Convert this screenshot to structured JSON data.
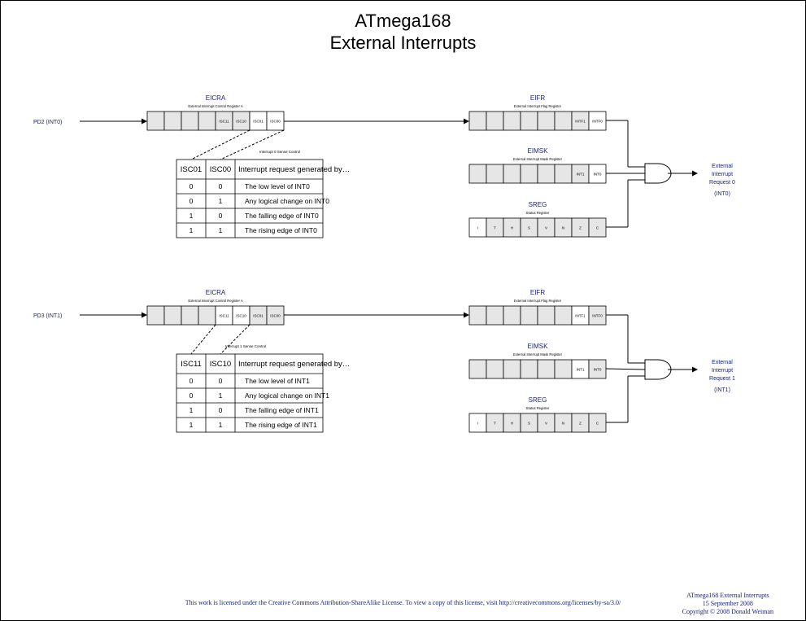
{
  "title": {
    "line1": "ATmega168",
    "line2": "External Interrupts"
  },
  "sections": [
    {
      "pin_label": "PD2",
      "pin_interrupt": "(INT0)",
      "eicra": {
        "name": "EICRA",
        "subtitle": "External Interrupt Control Register A",
        "bits": [
          "",
          "",
          "",
          "",
          "ISC11",
          "ISC10",
          "ISC01",
          "ISC00"
        ],
        "highlight": [
          6,
          7
        ]
      },
      "sense_label": "Interrupt 0 Sense Control",
      "table": {
        "headers": [
          "ISC01",
          "ISC00",
          "Interrupt request generated by…"
        ],
        "rows": [
          [
            "0",
            "0",
            "The low level of INT0"
          ],
          [
            "0",
            "1",
            "Any logical change on INT0"
          ],
          [
            "1",
            "0",
            "The falling edge of INT0"
          ],
          [
            "1",
            "1",
            "The rising edge of INT0"
          ]
        ]
      },
      "eifr": {
        "name": "EIFR",
        "subtitle": "External Interrupt Flag Register",
        "bits": [
          "",
          "",
          "",
          "",
          "",
          "",
          "INTF1",
          "INTF0"
        ],
        "highlight": [
          7
        ]
      },
      "eimsk": {
        "name": "EIMSK",
        "subtitle": "External Interrupt Mask Register",
        "bits": [
          "",
          "",
          "",
          "",
          "",
          "",
          "INT1",
          "INT0"
        ],
        "highlight": [
          7
        ]
      },
      "sreg": {
        "name": "SREG",
        "subtitle": "Status Register",
        "bits": [
          "I",
          "T",
          "H",
          "S",
          "V",
          "N",
          "Z",
          "C"
        ],
        "highlight": [
          0
        ]
      },
      "output": {
        "line1": "External",
        "line2": "Interrupt",
        "line3": "Request 0",
        "line4": "(INT0)"
      }
    },
    {
      "pin_label": "PD3",
      "pin_interrupt": "(INT1)",
      "eicra": {
        "name": "EICRA",
        "subtitle": "External Interrupt Control Register A",
        "bits": [
          "",
          "",
          "",
          "",
          "ISC11",
          "ISC10",
          "ISC01",
          "ISC00"
        ],
        "highlight": [
          4,
          5
        ]
      },
      "sense_label": "Interrupt 1 Sense Control",
      "table": {
        "headers": [
          "ISC11",
          "ISC10",
          "Interrupt request generated by…"
        ],
        "rows": [
          [
            "0",
            "0",
            "The low level of INT1"
          ],
          [
            "0",
            "1",
            "Any logical change on INT1"
          ],
          [
            "1",
            "0",
            "The falling edge of INT1"
          ],
          [
            "1",
            "1",
            "The rising edge of INT1"
          ]
        ]
      },
      "eifr": {
        "name": "EIFR",
        "subtitle": "External Interrupt Flag Register",
        "bits": [
          "",
          "",
          "",
          "",
          "",
          "",
          "INTF1",
          "INTF0"
        ],
        "highlight": [
          6
        ]
      },
      "eimsk": {
        "name": "EIMSK",
        "subtitle": "External Interrupt Mask Register",
        "bits": [
          "",
          "",
          "",
          "",
          "",
          "",
          "INT1",
          "INT0"
        ],
        "highlight": [
          6
        ]
      },
      "sreg": {
        "name": "SREG",
        "subtitle": "Status Register",
        "bits": [
          "I",
          "T",
          "H",
          "S",
          "V",
          "N",
          "Z",
          "C"
        ],
        "highlight": [
          0
        ]
      },
      "output": {
        "line1": "External",
        "line2": "Interrupt",
        "line3": "Request 1",
        "line4": "(INT1)"
      }
    }
  ],
  "footer": {
    "license": "This work is licensed under the Creative Commons Attribution-ShareAlike License.  To view a copy of this license, visit  http://creativecommons.org/licenses/by-sa/3.0/",
    "credit_title": "ATmega168 External Interrupts",
    "credit_date": "15 September 2008",
    "credit_copyright": "Copyright © 2008 Donald Weiman"
  },
  "colors": {
    "register_fill": "#e6e6e6",
    "highlight_fill": "#ffffff",
    "line": "#000000",
    "label_text": "#1a237e"
  }
}
